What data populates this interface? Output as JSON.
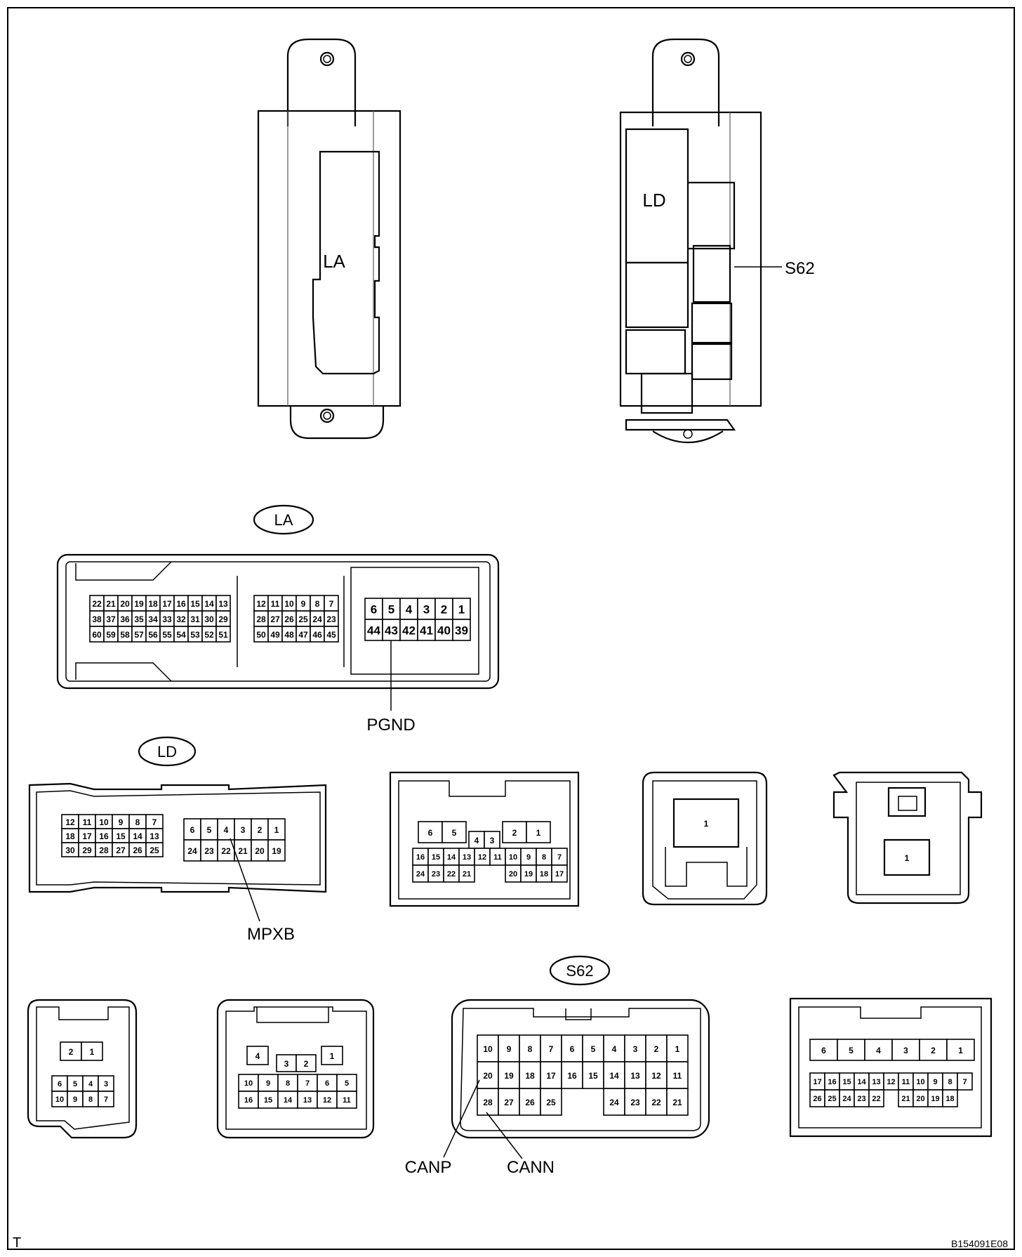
{
  "diagram": {
    "corner_mark": "T",
    "figure_code": "B154091E08",
    "top_left_block": {
      "label": "LA"
    },
    "top_right_block": {
      "label": "LD",
      "callout": "S62"
    },
    "connectors": {
      "la": {
        "name": "LA",
        "left_rows": [
          [
            "22",
            "21",
            "20",
            "19",
            "18",
            "17",
            "16",
            "15",
            "14",
            "13"
          ],
          [
            "38",
            "37",
            "36",
            "35",
            "34",
            "33",
            "32",
            "31",
            "30",
            "29"
          ],
          [
            "60",
            "59",
            "58",
            "57",
            "56",
            "55",
            "54",
            "53",
            "52",
            "51"
          ]
        ],
        "mid_rows": [
          [
            "12",
            "11",
            "10",
            "9",
            "8",
            "7"
          ],
          [
            "28",
            "27",
            "26",
            "25",
            "24",
            "23"
          ],
          [
            "50",
            "49",
            "48",
            "47",
            "46",
            "45"
          ]
        ],
        "right_rows": [
          [
            "6",
            "5",
            "4",
            "3",
            "2",
            "1"
          ],
          [
            "44",
            "43",
            "42",
            "41",
            "40",
            "39"
          ]
        ],
        "callout": "PGND"
      },
      "ld": {
        "name": "LD",
        "left_rows": [
          [
            "12",
            "11",
            "10",
            "9",
            "8",
            "7"
          ],
          [
            "18",
            "17",
            "16",
            "15",
            "14",
            "13"
          ],
          [
            "30",
            "29",
            "28",
            "27",
            "26",
            "25"
          ]
        ],
        "right_rows": [
          [
            "6",
            "5",
            "4",
            "3",
            "2",
            "1"
          ],
          [
            "24",
            "23",
            "22",
            "21",
            "20",
            "19"
          ]
        ],
        "callout": "MPXB"
      },
      "c3": {
        "top_left": [
          "6",
          "5"
        ],
        "top_mid": [
          "4",
          "3"
        ],
        "top_right": [
          "2",
          "1"
        ],
        "rows": [
          [
            "16",
            "15",
            "14",
            "13",
            "12",
            "11",
            "10",
            "9",
            "8",
            "7"
          ],
          [
            "24",
            "23",
            "22",
            "21",
            "",
            "",
            "20",
            "19",
            "18",
            "17"
          ]
        ]
      },
      "c4": {
        "pin": "1"
      },
      "c5": {
        "pin": "1"
      },
      "c6": {
        "top": [
          "2",
          "1"
        ],
        "rows": [
          [
            "6",
            "5",
            "4",
            "3"
          ],
          [
            "10",
            "9",
            "8",
            "7"
          ]
        ]
      },
      "c7": {
        "top_left": "4",
        "top_mid": [
          "3",
          "2"
        ],
        "top_right": "1",
        "rows": [
          [
            "10",
            "9",
            "8",
            "7",
            "6",
            "5"
          ],
          [
            "16",
            "15",
            "14",
            "13",
            "12",
            "11"
          ]
        ]
      },
      "s62": {
        "name": "S62",
        "rows": [
          [
            "10",
            "9",
            "8",
            "7",
            "6",
            "5",
            "4",
            "3",
            "2",
            "1"
          ],
          [
            "20",
            "19",
            "18",
            "17",
            "16",
            "15",
            "14",
            "13",
            "12",
            "11"
          ],
          [
            "28",
            "27",
            "26",
            "25",
            "",
            "",
            "24",
            "23",
            "22",
            "21"
          ]
        ],
        "callout_left": "CANP",
        "callout_right": "CANN"
      },
      "c9": {
        "top": [
          "6",
          "5",
          "4",
          "3",
          "2",
          "1"
        ],
        "rows": [
          [
            "17",
            "16",
            "15",
            "14",
            "13",
            "12",
            "11",
            "10",
            "9",
            "8",
            "7"
          ],
          [
            "26",
            "25",
            "24",
            "23",
            "22",
            "",
            "21",
            "20",
            "19",
            "18"
          ]
        ]
      }
    }
  }
}
